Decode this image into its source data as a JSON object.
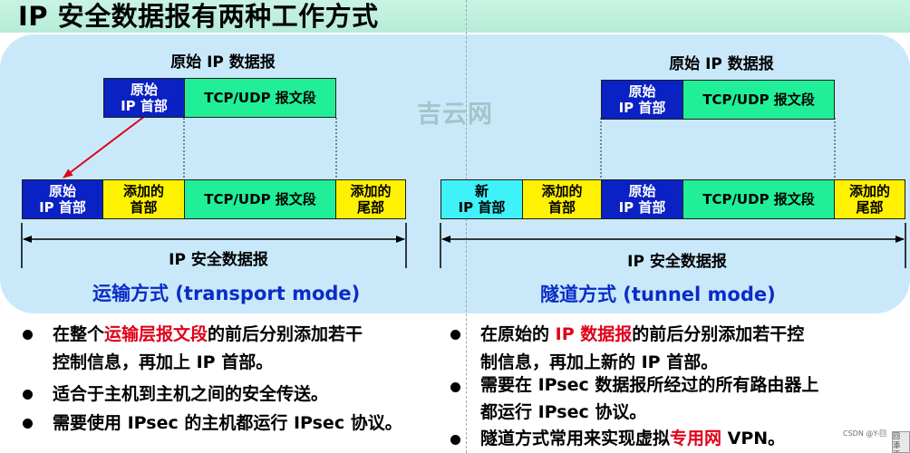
{
  "title": "IP 安全数据报有两种工作方式",
  "watermark": "吉云网",
  "transport": {
    "original_label": "原始 IP 数据报",
    "orig_header": [
      "原始",
      "IP 首部"
    ],
    "segment": "TCP/UDP 报文段",
    "added_header": [
      "添加的",
      "首部"
    ],
    "added_trailer": [
      "添加的",
      "尾部"
    ],
    "secure_label": "IP 安全数据报",
    "mode": "运输方式 (transport mode)"
  },
  "tunnel": {
    "original_label": "原始 IP 数据报",
    "new_header": [
      "新",
      "IP 首部"
    ],
    "orig_header": [
      "原始",
      "IP 首部"
    ],
    "segment": "TCP/UDP 报文段",
    "added_header": [
      "添加的",
      "首部"
    ],
    "added_trailer": [
      "添加的",
      "尾部"
    ],
    "secure_label": "IP 安全数据报",
    "mode": "隧道方式 (tunnel mode)"
  },
  "left_bullets": {
    "b1_pre": "在整个",
    "b1_red": "运输层报文段",
    "b1_post": "的前后分别添加若干",
    "b1_line2": "控制信息，再加上 IP 首部。",
    "b2": "适合于主机到主机之间的安全传送。",
    "b3": "需要使用 IPsec 的主机都运行 IPsec 协议。"
  },
  "right_bullets": {
    "b1_pre": "在原始的 ",
    "b1_red": "IP 数据报",
    "b1_post": "的前后分别添加若干控",
    "b1_line2": "制信息，再加上新的 IP 首部。",
    "b2_line1": "需要在 IPsec 数据报所经过的所有路由器上",
    "b2_line2": "都运行 IPsec 协议。",
    "b3_pre": "隧道方式常用来实现虚拟",
    "b3_red": "专用网",
    "b3_post": " VPN。"
  },
  "footer": {
    "credit": "CSDN @Y-回",
    "qr": "回 添 添"
  },
  "colors": {
    "title_bg": "#c9f3e3",
    "panel_bg": "#c9e9fb",
    "original_header": "#0a21c4",
    "segment": "#20ef98",
    "added": "#fff200",
    "new_header": "#3ef2f8",
    "mode_text": "#0a2cc7",
    "highlight": "#e0001a",
    "arrow": "#e0001a"
  }
}
